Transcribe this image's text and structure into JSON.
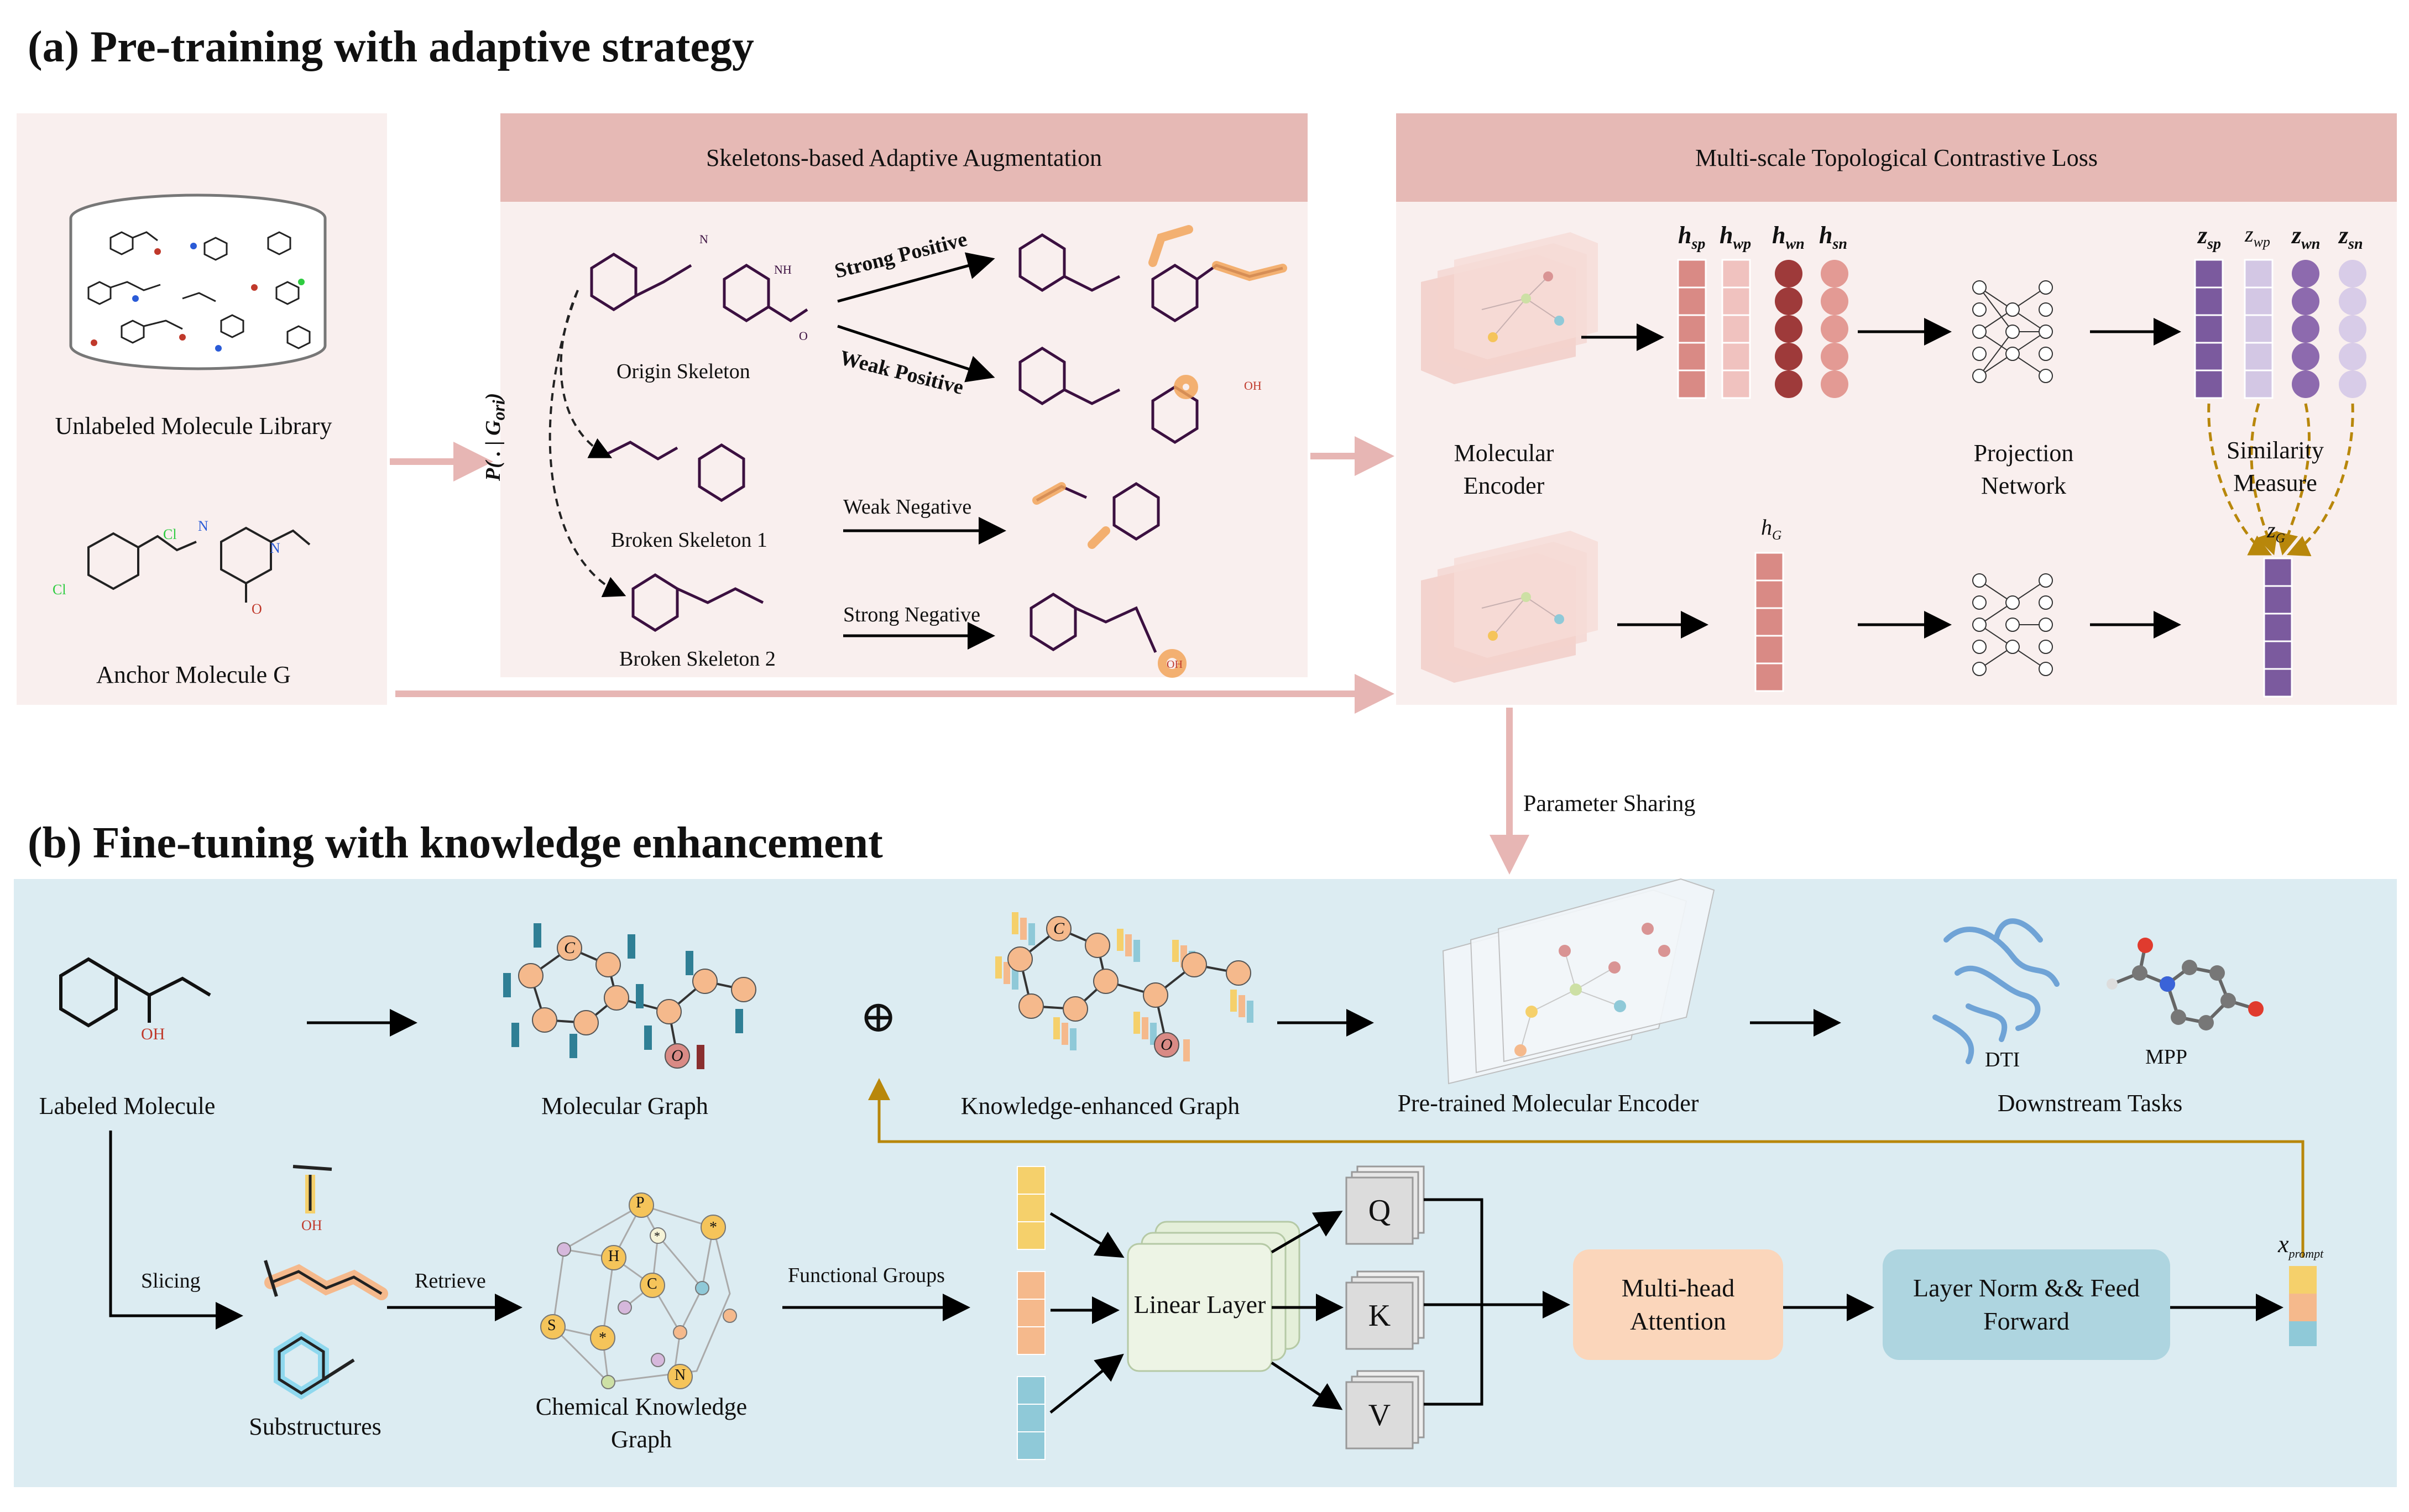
{
  "section_a": {
    "title": "(a) Pre-training with adaptive strategy",
    "library_label": "Unlabeled Molecule Library",
    "anchor_label": "Anchor  Molecule G",
    "augmentation_head": "Skeletons-based Adaptive Augmentation",
    "origin_skeleton": "Origin Skeleton",
    "broken_skeleton_1": "Broken Skeleton 1",
    "broken_skeleton_2": "Broken Skeleton 2",
    "prob_label": "P( . | G",
    "prob_sub": "ori",
    "strong_positive": "Strong Positive",
    "weak_positive": "Weak Positive",
    "weak_negative": "Weak Negative",
    "strong_negative": "Strong Negative",
    "loss_head": "Multi-scale  Topological Contrastive  Loss",
    "molecular_encoder": "Molecular Encoder",
    "projection_network": "Projection Network",
    "similarity_measure": "Similarity Measure",
    "h_labels": [
      "h",
      "h",
      "h",
      "h"
    ],
    "h_subs": [
      "sp",
      "wp",
      "wn",
      "sn"
    ],
    "z_labels": [
      "z",
      "z",
      "z",
      "z"
    ],
    "z_subs": [
      "sp",
      "wp",
      "wn",
      "sn"
    ],
    "hG": "h",
    "hG_sub": "G",
    "zG": "z",
    "zG_sub": "G",
    "parameter_sharing": "Parameter Sharing"
  },
  "section_b": {
    "title": "(b) Fine-tuning with knowledge enhancement",
    "labeled_molecule": "Labeled Molecule",
    "molecular_graph": "Molecular Graph",
    "oplus": "⊕",
    "knowledge_graph_enhanced": "Knowledge-enhanced Graph",
    "pretrained_encoder": "Pre-trained Molecular Encoder",
    "downstream_tasks": "Downstream Tasks",
    "dti": "DTI",
    "mpp": "MPP",
    "slicing": "Slicing",
    "substructures": "Substructures",
    "retrieve": "Retrieve",
    "chemical_kg": "Chemical Knowledge Graph",
    "functional_groups": "Functional Groups",
    "linear_layer": "Linear Layer",
    "q": "Q",
    "k": "K",
    "v": "V",
    "multihead": "Multi-head Attention",
    "layernorm": "Layer Norm  && Feed Forward",
    "x_prompt": "x",
    "x_prompt_sub": "prompt",
    "kg_nodes": [
      "P",
      "H",
      "C",
      "S",
      "N",
      "*",
      "*",
      "*"
    ],
    "atom_c": "C",
    "atom_o": "O",
    "oh": "OH"
  },
  "colors": {
    "panel_pink": "#f9efee",
    "panel_head_pink": "#e6b9b5",
    "arrow_pink": "#e7b6b4",
    "panel_blue": "#dcecf2",
    "multihead_orange": "#fbd6bb",
    "layernorm_blue": "#aed5e0",
    "gold": "#b8870b",
    "purple": "#7b5a9e",
    "dark_red": "#8a2f2f"
  }
}
